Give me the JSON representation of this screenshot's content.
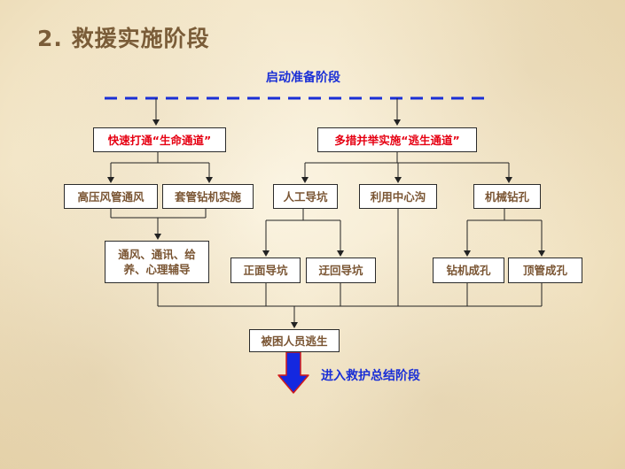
{
  "title": "2. 救援实施阶段",
  "stage_start": "启动准备阶段",
  "stage_end": "进入救护总结阶段",
  "nodes": {
    "fast_channel": "快速打通“生命通道”",
    "multi_measure": "多措并举实施“逃生通道”",
    "high_pressure": "高压风管通风",
    "casing_drill": "套管钻机实施",
    "manual_pit": "人工导坑",
    "center_trench": "利用中心沟",
    "mech_drill": "机械钻孔",
    "support": "通风、通讯、给养、心理辅导",
    "front_pit": "正面导坑",
    "detour_pit": "迂回导坑",
    "drill_hole": "钻机成孔",
    "pipe_hole": "顶管成孔",
    "escape": "被困人员逃生"
  },
  "colors": {
    "title": "#7a5c38",
    "stage_text": "#1a2fd6",
    "dashed_line": "#1a2fd6",
    "highlight_text": "#e60012",
    "node_text": "#7a5533",
    "arrow_fill": "#1428e0",
    "arrow_outline": "#d11a1a"
  }
}
